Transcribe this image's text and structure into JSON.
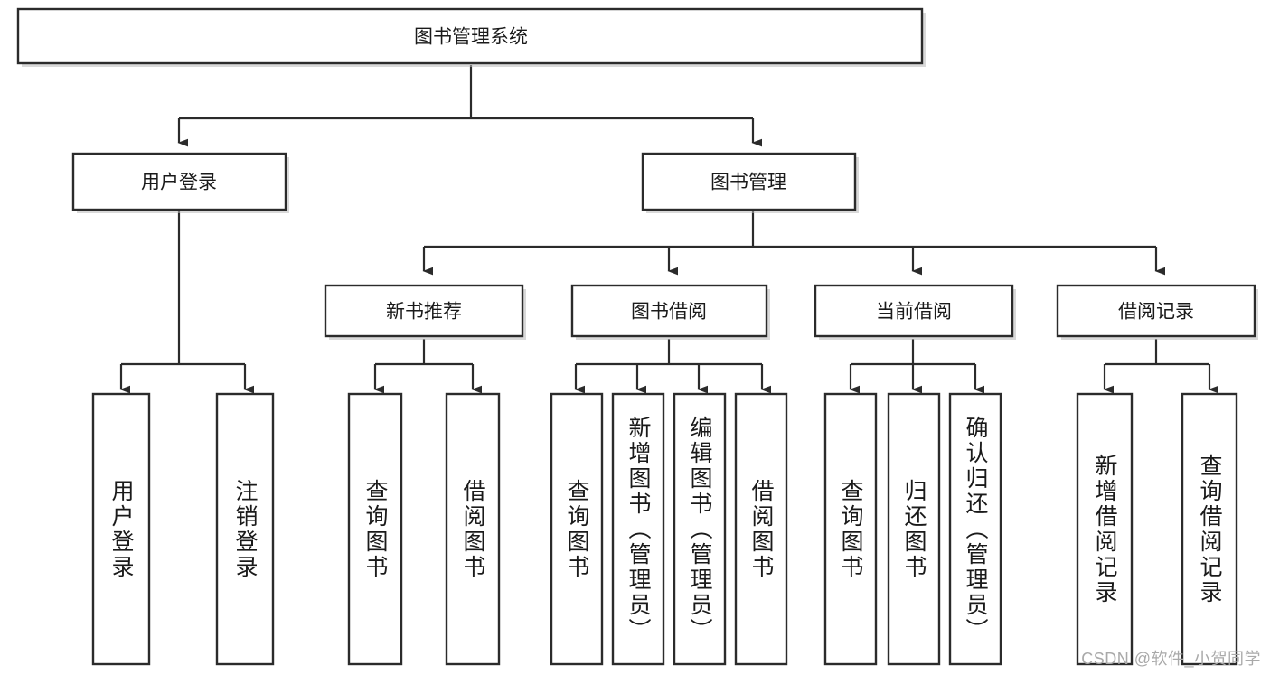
{
  "diagram": {
    "title": "图书管理系统",
    "type": "hierarchy-tree",
    "watermark": "CSDN @软件_小贺同学",
    "colors": {
      "box_border": "#2b2b2b",
      "box_fill": "#ffffff",
      "connector": "#2b2b2b",
      "text": "#1a1a1a",
      "watermark": "#a9a9a9",
      "background": "#ffffff"
    },
    "levels": {
      "root": {
        "label": "图书管理系统"
      },
      "level2": [
        {
          "label": "用户登录"
        },
        {
          "label": "图书管理"
        }
      ],
      "level3": [
        {
          "label": "新书推荐"
        },
        {
          "label": "图书借阅"
        },
        {
          "label": "当前借阅"
        },
        {
          "label": "借阅记录"
        }
      ],
      "leaves": [
        {
          "label": "用户登录",
          "parent": "用户登录"
        },
        {
          "label": "注销登录",
          "parent": "用户登录"
        },
        {
          "label": "查询图书",
          "parent": "新书推荐"
        },
        {
          "label": "借阅图书",
          "parent": "新书推荐"
        },
        {
          "label": "查询图书",
          "parent": "图书借阅"
        },
        {
          "label": "新增图书（管理员）",
          "parent": "图书借阅"
        },
        {
          "label": "编辑图书（管理员）",
          "parent": "图书借阅"
        },
        {
          "label": "借阅图书",
          "parent": "图书借阅"
        },
        {
          "label": "查询图书",
          "parent": "当前借阅"
        },
        {
          "label": "归还图书",
          "parent": "当前借阅"
        },
        {
          "label": "确认归还（管理员）",
          "parent": "当前借阅"
        },
        {
          "label": "新增借阅记录",
          "parent": "借阅记录"
        },
        {
          "label": "查询借阅记录",
          "parent": "借阅记录"
        }
      ]
    }
  }
}
